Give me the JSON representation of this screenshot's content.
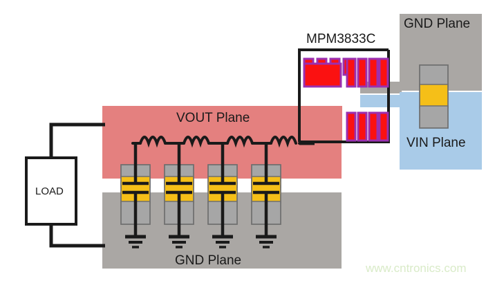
{
  "diagram": {
    "title_chip": "MPM3833C",
    "watermark": "www.cntronics.com",
    "labels": {
      "gnd_plane_top": "GND Plane",
      "vin_plane": "VIN Plane",
      "vout_plane": "VOUT Plane",
      "gnd_plane_bottom": "GND Plane",
      "load": "LOAD"
    },
    "colors": {
      "vout_plane": "#e4807f",
      "gnd_plane": "#aaa7a4",
      "vin_plane": "#a9cbe8",
      "capacitor_body": "#a6a6a6",
      "capacitor_terminal": "#f5bf18",
      "pad_fill": "#fb1111",
      "pad_border": "#9b2fb0",
      "wire": "#1a1a1a",
      "watermark": "#d9ebc8",
      "text": "#1a1a1a"
    },
    "components": {
      "output_capacitor_count": 4,
      "inductor_count": 4,
      "inductor_coils_each": 3,
      "input_capacitor_count": 1,
      "chip_top_pads": 4,
      "chip_top_right_pads": 4,
      "chip_bottom_pads": 4,
      "chip_die_pad": 1
    }
  }
}
